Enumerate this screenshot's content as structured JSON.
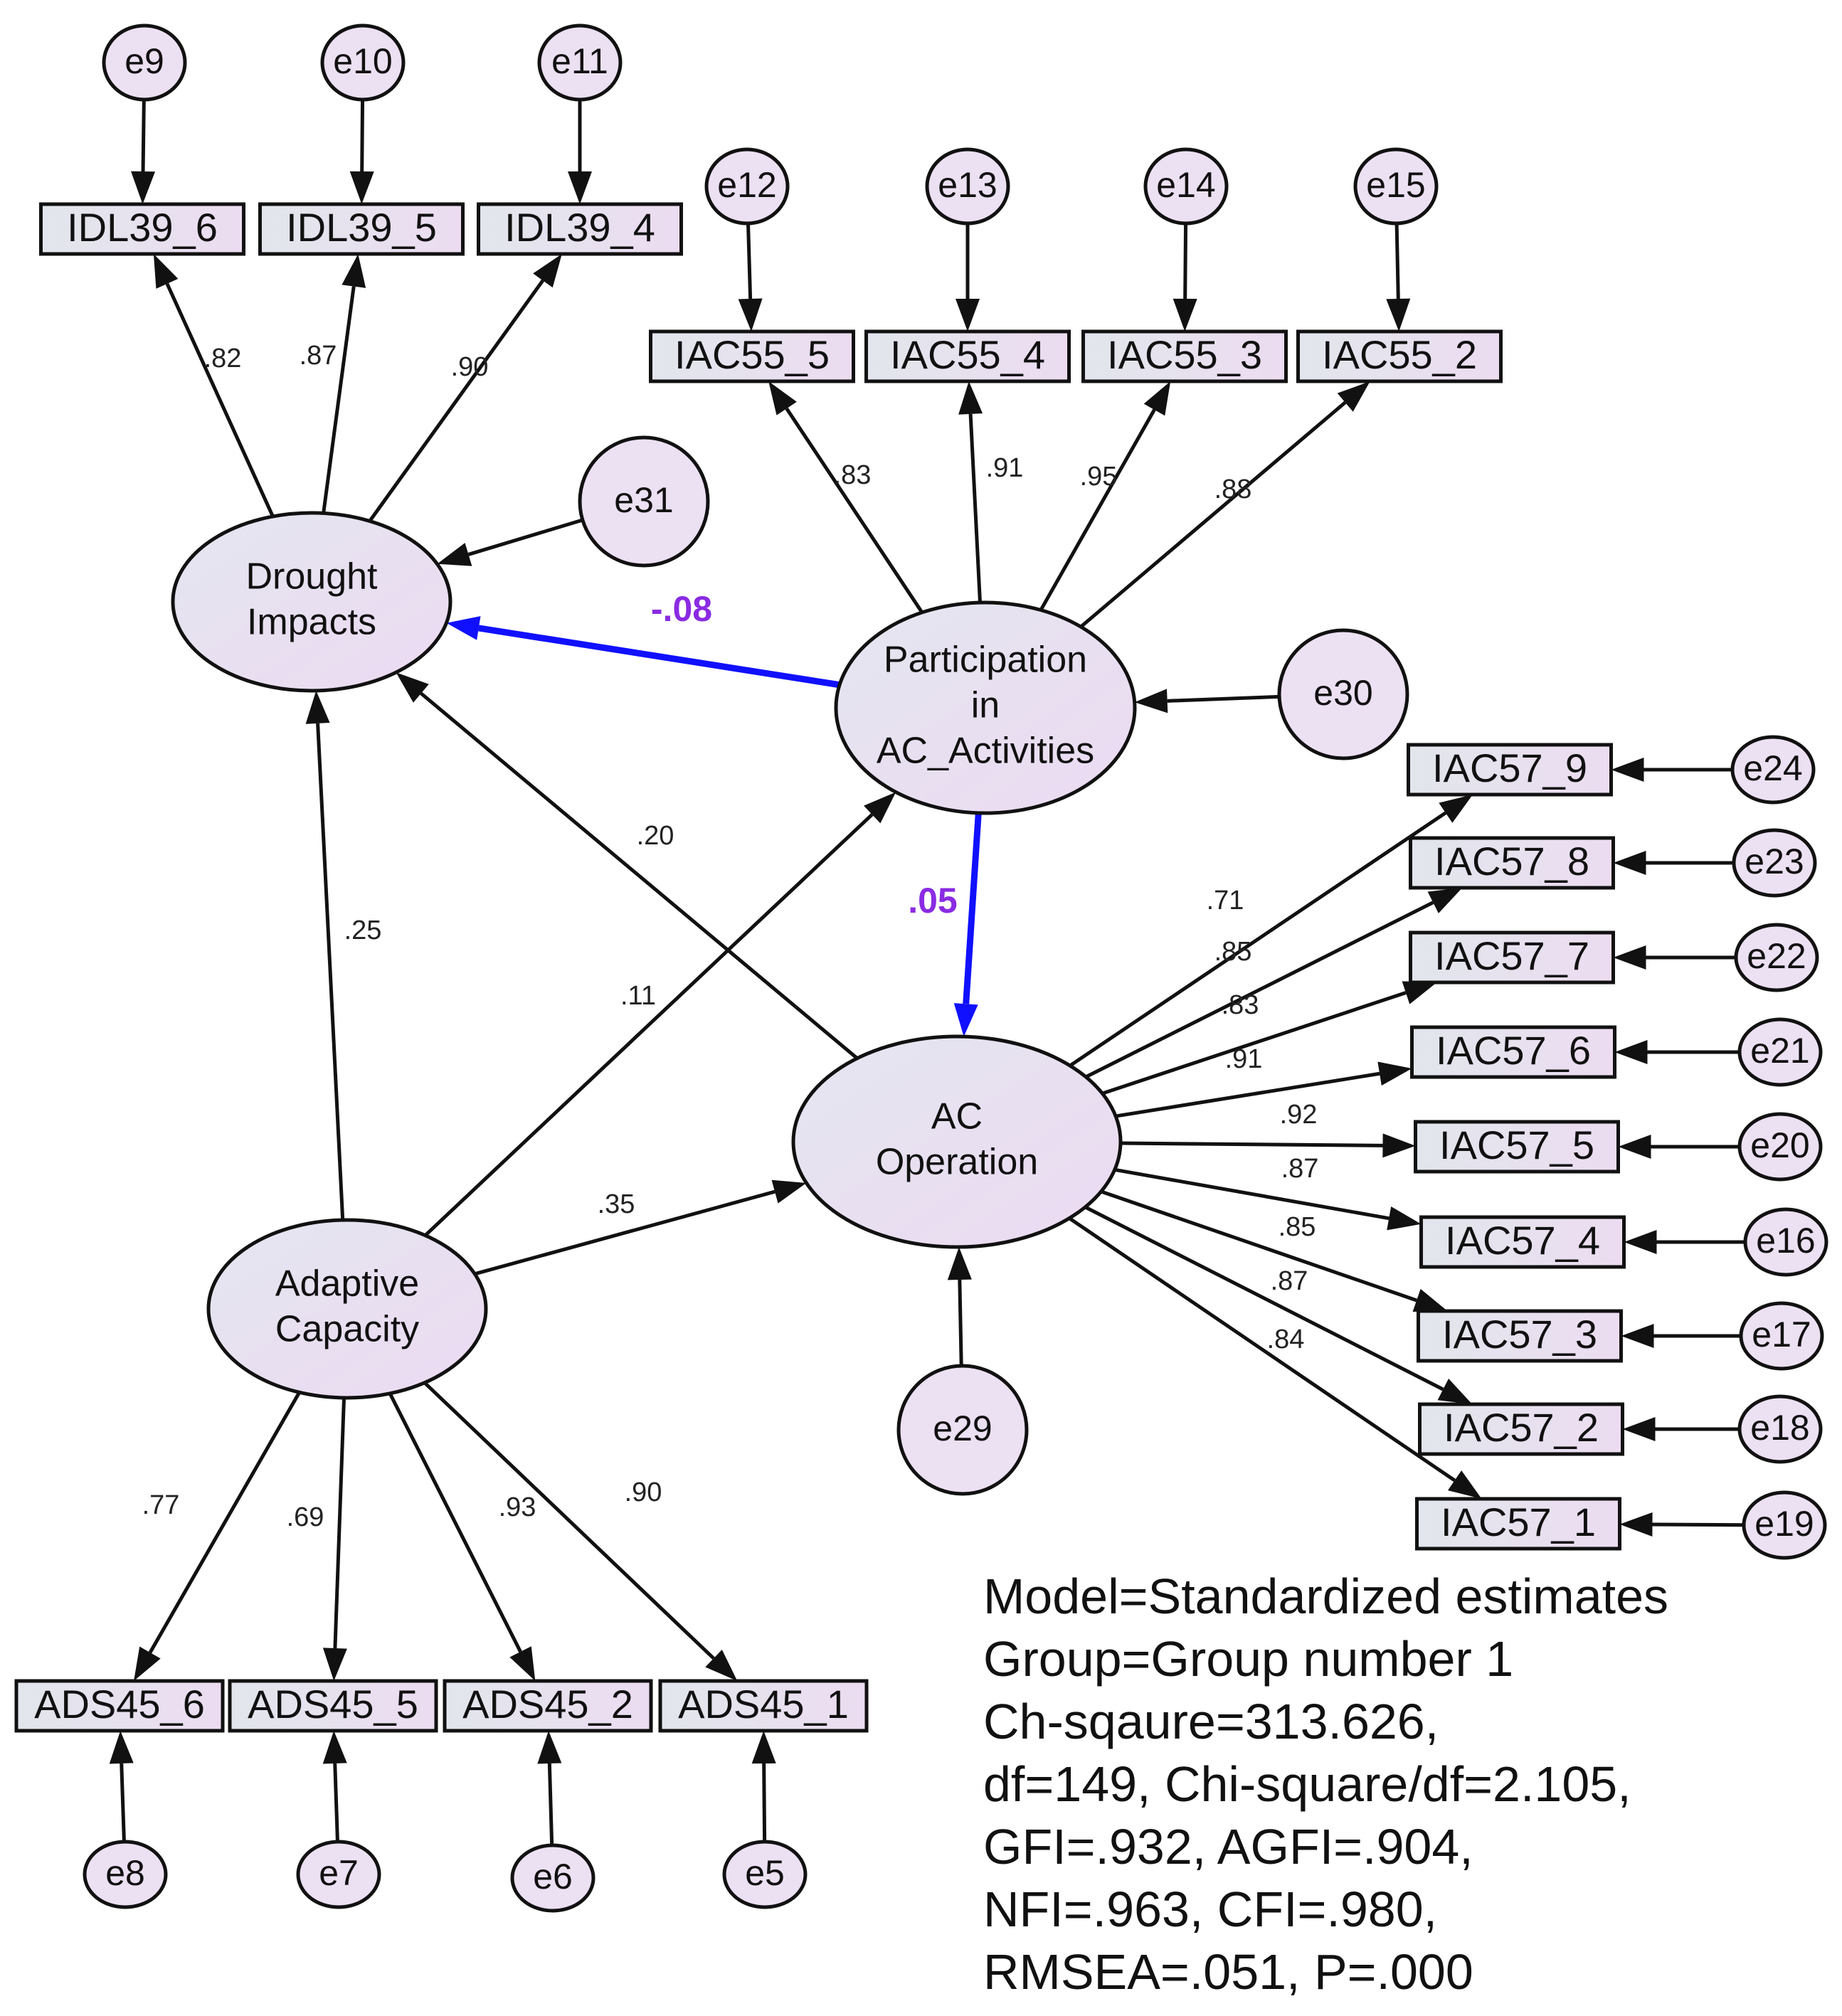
{
  "latents": [
    {
      "id": "DI",
      "lines": [
        "Drought",
        "Impacts"
      ]
    },
    {
      "id": "PA",
      "lines": [
        "Participation",
        "in",
        "AC_Activities"
      ]
    },
    {
      "id": "AC",
      "lines": [
        "Adaptive",
        "Capacity"
      ]
    },
    {
      "id": "ACO",
      "lines": [
        "AC",
        "Operation"
      ]
    }
  ],
  "indicators": [
    {
      "id": "IDL39_6",
      "label": "IDL39_6",
      "error": "e9",
      "factor": "DI",
      "loading": ".82"
    },
    {
      "id": "IDL39_5",
      "label": "IDL39_5",
      "error": "e10",
      "factor": "DI",
      "loading": ".87"
    },
    {
      "id": "IDL39_4",
      "label": "IDL39_4",
      "error": "e11",
      "factor": "DI",
      "loading": ".90"
    },
    {
      "id": "IAC55_5",
      "label": "IAC55_5",
      "error": "e12",
      "factor": "PA",
      "loading": ".83"
    },
    {
      "id": "IAC55_4",
      "label": "IAC55_4",
      "error": "e13",
      "factor": "PA",
      "loading": ".91"
    },
    {
      "id": "IAC55_3",
      "label": "IAC55_3",
      "error": "e14",
      "factor": "PA",
      "loading": ".95"
    },
    {
      "id": "IAC55_2",
      "label": "IAC55_2",
      "error": "e15",
      "factor": "PA",
      "loading": ".88"
    },
    {
      "id": "IAC57_9",
      "label": "IAC57_9",
      "error": "e24",
      "factor": "ACO",
      "loading": ".71"
    },
    {
      "id": "IAC57_8",
      "label": "IAC57_8",
      "error": "e23",
      "factor": "ACO",
      "loading": ".85"
    },
    {
      "id": "IAC57_7",
      "label": "IAC57_7",
      "error": "e22",
      "factor": "ACO",
      "loading": ".83"
    },
    {
      "id": "IAC57_6",
      "label": "IAC57_6",
      "error": "e21",
      "factor": "ACO",
      "loading": ".91"
    },
    {
      "id": "IAC57_5",
      "label": "IAC57_5",
      "error": "e20",
      "factor": "ACO",
      "loading": ".92"
    },
    {
      "id": "IAC57_4",
      "label": "IAC57_4",
      "error": "e16",
      "factor": "ACO",
      "loading": ".87"
    },
    {
      "id": "IAC57_3",
      "label": "IAC57_3",
      "error": "e17",
      "factor": "ACO",
      "loading": ".85"
    },
    {
      "id": "IAC57_2",
      "label": "IAC57_2",
      "error": "e18",
      "factor": "ACO",
      "loading": ".87"
    },
    {
      "id": "IAC57_1",
      "label": "IAC57_1",
      "error": "e19",
      "factor": "ACO",
      "loading": ".84"
    },
    {
      "id": "ADS45_6",
      "label": "ADS45_6",
      "error": "e8",
      "factor": "AC",
      "loading": ".77"
    },
    {
      "id": "ADS45_5",
      "label": "ADS45_5",
      "error": "e7",
      "factor": "AC",
      "loading": ".69"
    },
    {
      "id": "ADS45_2",
      "label": "ADS45_2",
      "error": "e6",
      "factor": "AC",
      "loading": ".93"
    },
    {
      "id": "ADS45_1",
      "label": "ADS45_1",
      "error": "e5",
      "factor": "AC",
      "loading": ".90"
    }
  ],
  "structural_paths": [
    {
      "from": "PA",
      "to": "DI",
      "coef": "-.08",
      "highlight": true
    },
    {
      "from": "ACO",
      "to": "DI",
      "coef": ".20",
      "highlight": false
    },
    {
      "from": "AC",
      "to": "DI",
      "coef": ".25",
      "highlight": false
    },
    {
      "from": "AC",
      "to": "PA",
      "coef": ".11",
      "highlight": false
    },
    {
      "from": "AC",
      "to": "ACO",
      "coef": ".35",
      "highlight": false
    },
    {
      "from": "PA",
      "to": "ACO",
      "coef": ".05",
      "highlight": true
    }
  ],
  "disturbances": [
    {
      "label": "e31",
      "target": "DI"
    },
    {
      "label": "e30",
      "target": "PA"
    },
    {
      "label": "e29",
      "target": "ACO"
    }
  ],
  "fit_stats": [
    "Model=Standardized estimates",
    "Group=Group number 1",
    "Ch-sqaure=313.626,",
    "df=149, Chi-square/df=2.105,",
    "GFI=.932, AGFI=.904,",
    "NFI=.963, CFI=.980,",
    "RMSEA=.051, P=.000"
  ],
  "colors": {
    "highlight_path": "#1010ff",
    "highlight_text": "#8a2be2",
    "node_fill": "#ece0f3",
    "box_fill": "#e6e8ee",
    "stroke": "#111111"
  }
}
